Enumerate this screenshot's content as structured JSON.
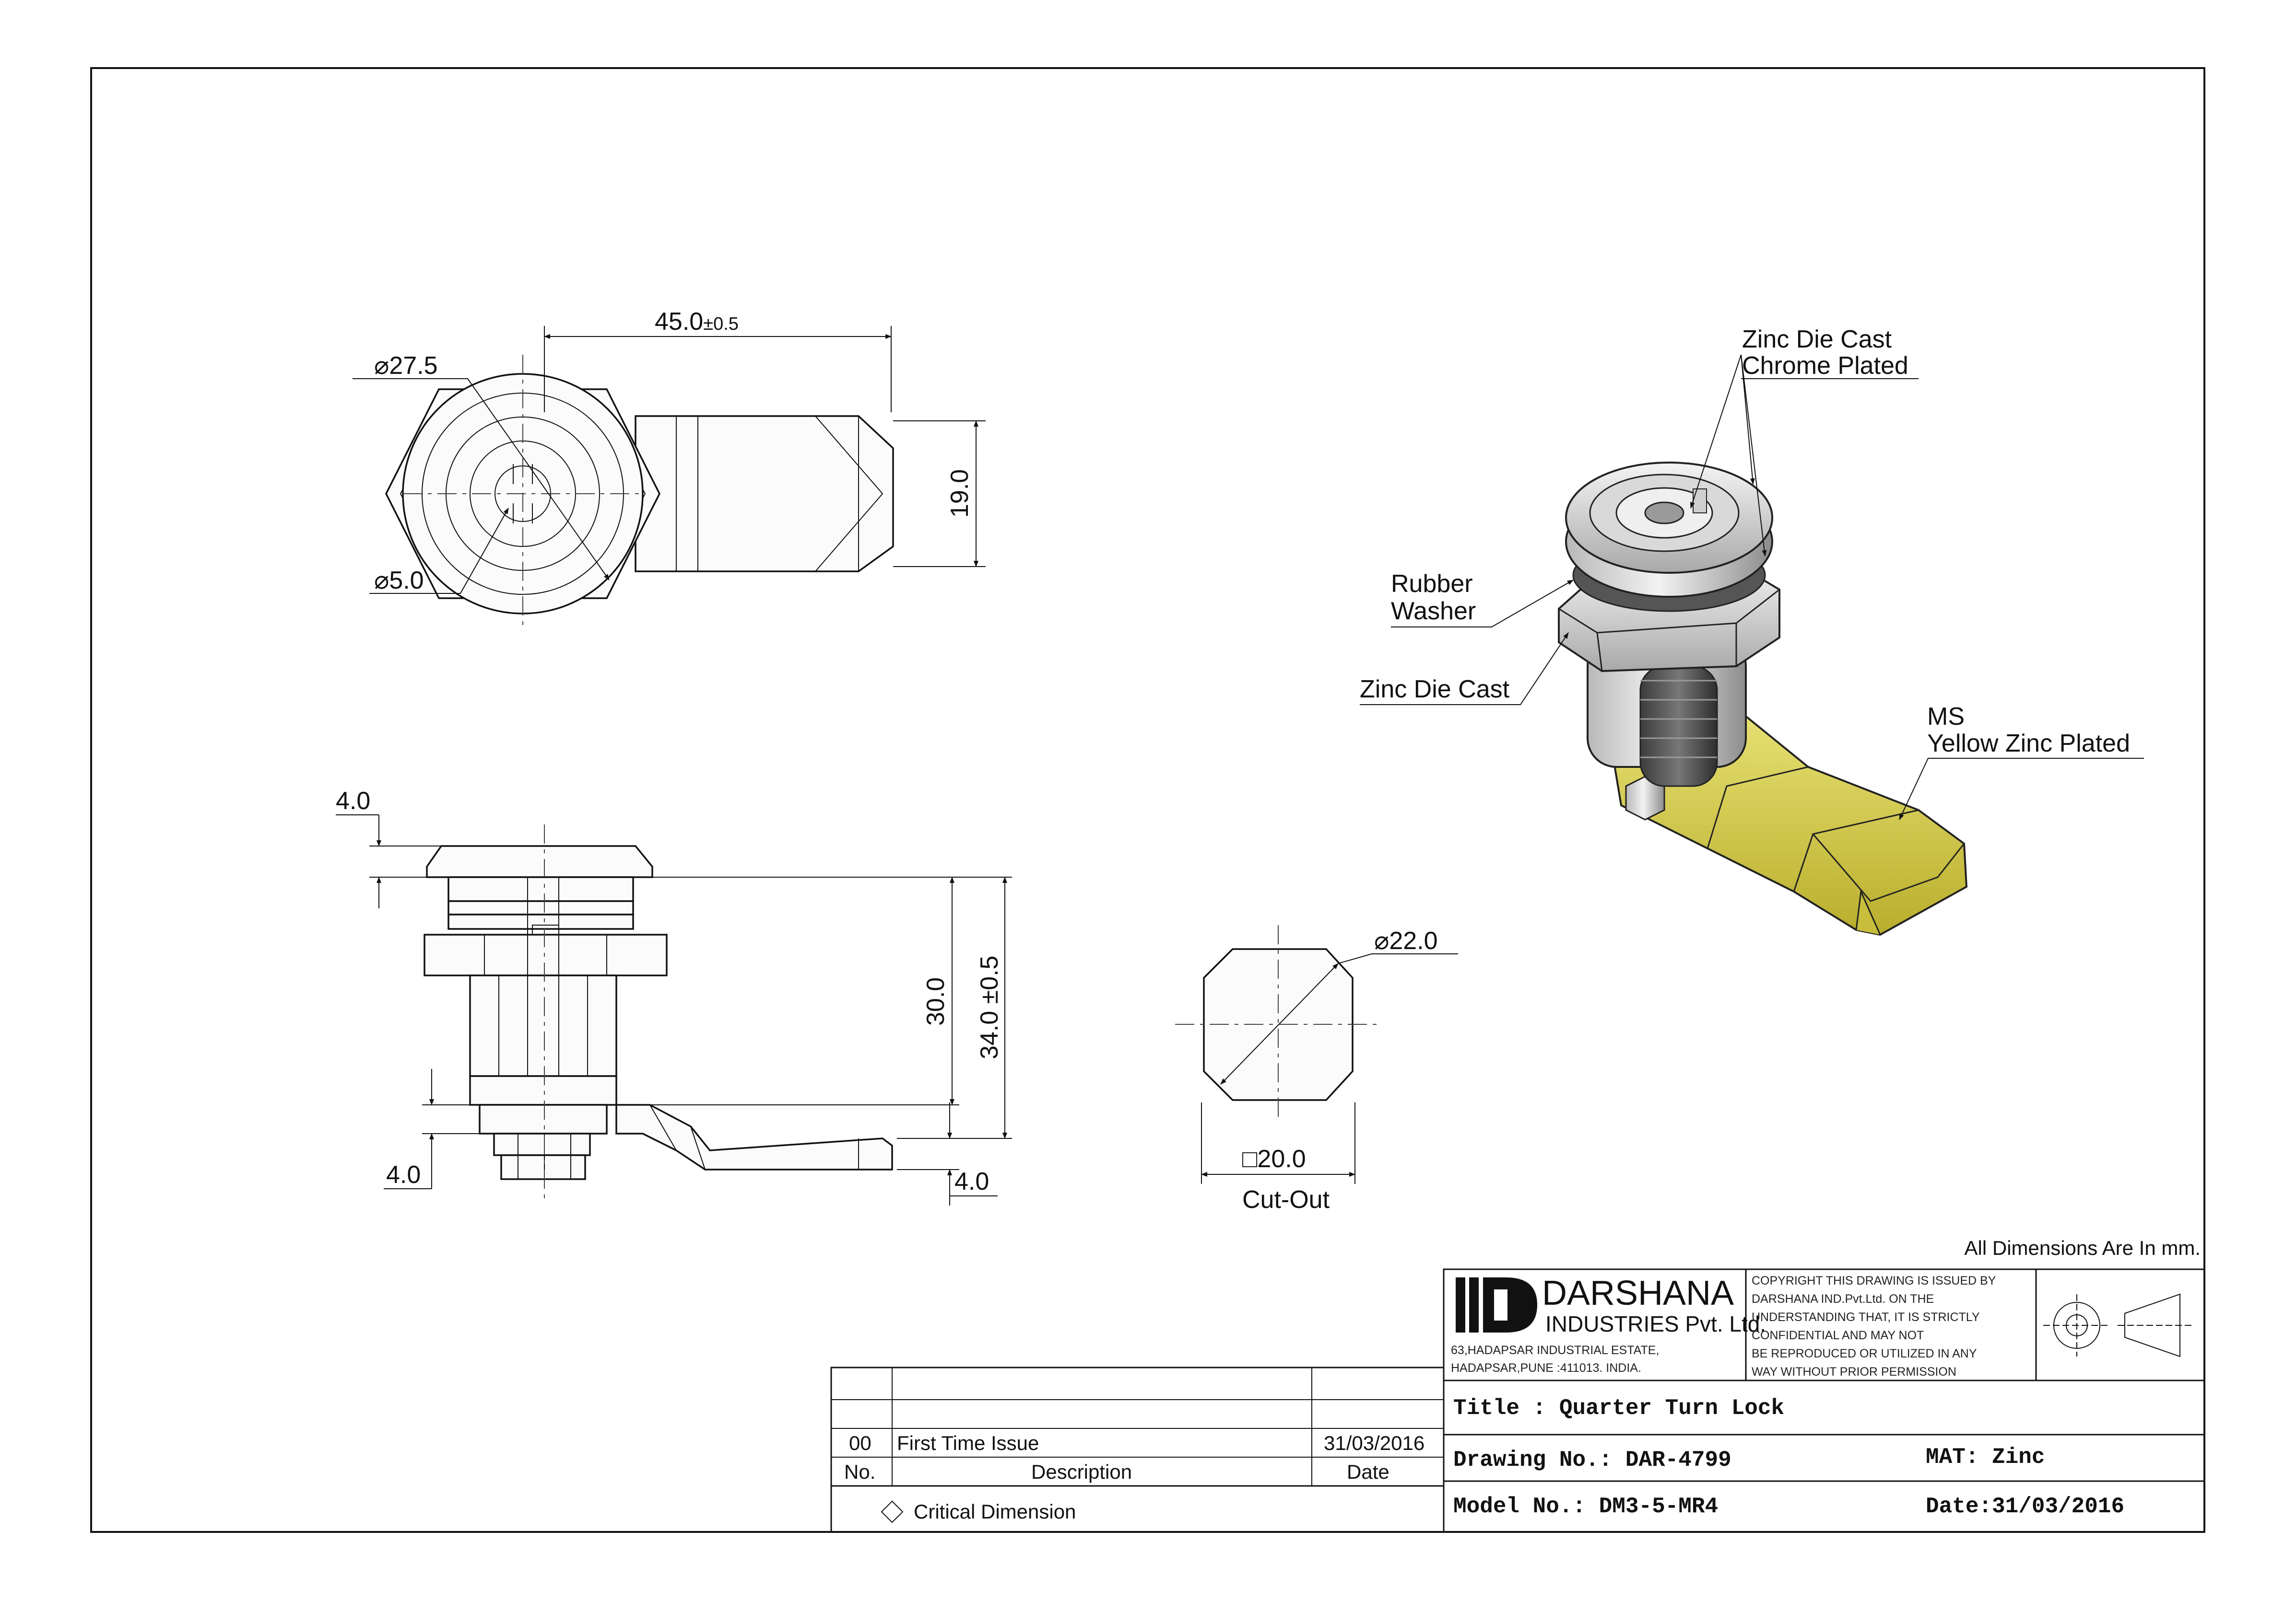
{
  "dimensions": {
    "top_view": {
      "width": "45.0",
      "width_tol": "±0.5",
      "outer_dia": "27.5",
      "key_dia": "5.0",
      "arm_height": "19.0"
    },
    "side_view": {
      "cap_height": "4.0",
      "body_height": "30.0",
      "total_height": "34.0 ±0.5",
      "arm_offset": "4.0",
      "arm_thickness": "4.0"
    },
    "cutout": {
      "dia": "22.0",
      "square": "20.0",
      "label": "Cut-Out"
    }
  },
  "callouts": {
    "plug": [
      "Zinc Die Cast",
      "Chrome Plated"
    ],
    "washer": [
      "Rubber",
      "Washer"
    ],
    "body": "Zinc Die Cast",
    "cam": [
      "MS",
      "Yellow Zinc Plated"
    ]
  },
  "note": "All Dimensions Are In mm.",
  "company": {
    "name": "DARSHANA",
    "subname": "INDUSTRIES Pvt. Ltd.",
    "address_1": "63,HADAPSAR INDUSTRIAL ESTATE,",
    "address_2": "HADAPSAR,PUNE :411013. INDIA."
  },
  "copyright": [
    "COPYRIGHT THIS DRAWING IS ISSUED BY",
    "DARSHANA IND.Pvt.Ltd. ON THE",
    "UNDERSTANDING THAT, IT IS STRICTLY",
    "CONFIDENTIAL AND MAY NOT",
    "BE REPRODUCED OR UTILIZED IN ANY",
    "WAY WITHOUT PRIOR PERMISSION"
  ],
  "title_block": {
    "title": "Title : Quarter Turn Lock",
    "drawing_no": "Drawing No.: DAR-4799",
    "material": "MAT: Zinc",
    "model_no": "Model No.: DM3-5-MR4",
    "date": "Date:31/03/2016"
  },
  "revision": {
    "rows": [
      {
        "no": "00",
        "description": "First Time Issue",
        "date": "31/03/2016"
      }
    ],
    "headers": {
      "no": "No.",
      "description": "Description",
      "date": "Date"
    },
    "critical_note": "Critical Dimension"
  },
  "colors": {
    "cam_yellow": "#d8cf4a",
    "line": "#111111"
  }
}
